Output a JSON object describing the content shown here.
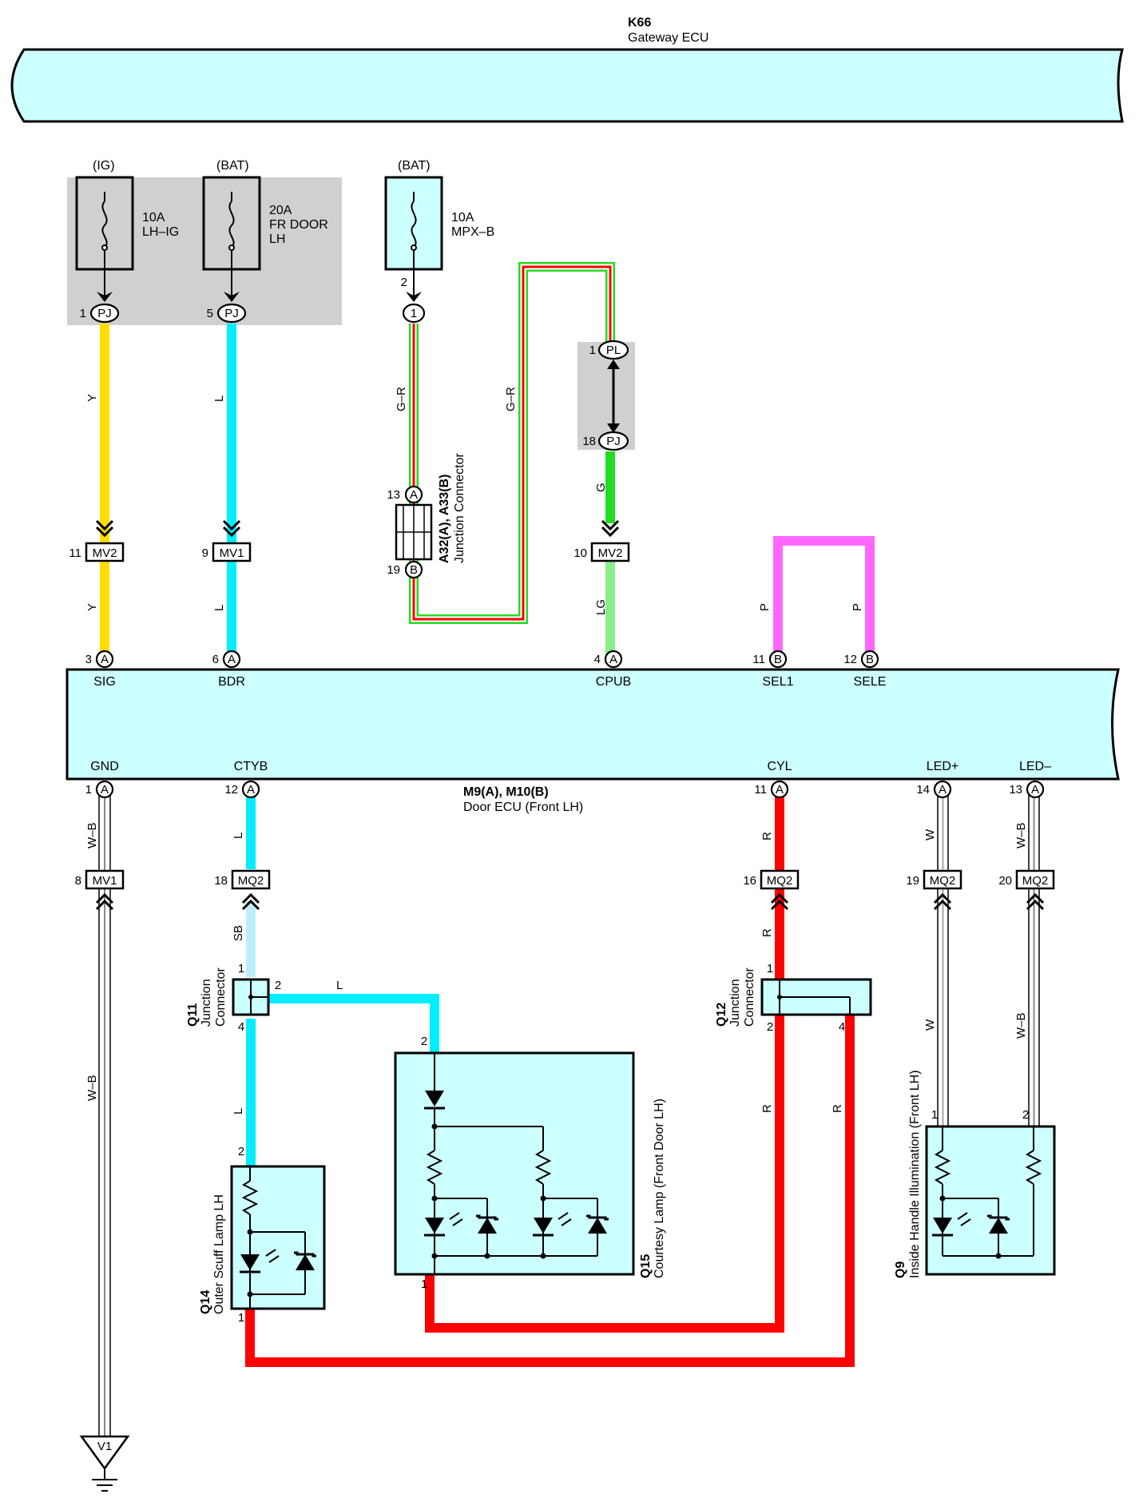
{
  "gateway": {
    "id": "K66",
    "name": "Gateway ECU"
  },
  "door_ecu": {
    "id": "M9(A), M10(B)",
    "name": "Door ECU (Front LH)"
  },
  "power_labels": {
    "ig": "(IG)",
    "bat1": "(BAT)",
    "bat2": "(BAT)"
  },
  "fuses": {
    "lhig": {
      "amp": "10A",
      "name": "LH–IG"
    },
    "frdoor": {
      "amp": "20A",
      "name1": "FR DOOR",
      "name2": "LH"
    },
    "mpxb": {
      "amp": "10A",
      "name": "MPX–B"
    }
  },
  "pins_top": {
    "sig": {
      "num": "3",
      "conn": "A",
      "name": "SIG"
    },
    "bdr": {
      "num": "6",
      "conn": "A",
      "name": "BDR"
    },
    "cpub": {
      "num": "4",
      "conn": "A",
      "name": "CPUB"
    },
    "sel1": {
      "num": "11",
      "conn": "B",
      "name": "SEL1"
    },
    "sele": {
      "num": "12",
      "conn": "B",
      "name": "SELE"
    }
  },
  "pins_bottom": {
    "gnd": {
      "num": "1",
      "conn": "A",
      "name": "GND"
    },
    "ctyb": {
      "num": "12",
      "conn": "A",
      "name": "CTYB"
    },
    "cyl": {
      "num": "11",
      "conn": "A",
      "name": "CYL"
    },
    "ledp": {
      "num": "14",
      "conn": "A",
      "name": "LED+"
    },
    "ledm": {
      "num": "13",
      "conn": "A",
      "name": "LED–"
    }
  },
  "connectors": {
    "pj1": {
      "num": "1",
      "label": "PJ"
    },
    "pj5": {
      "num": "5",
      "label": "PJ"
    },
    "mpx_pin": {
      "num": "2",
      "label": "1"
    },
    "pl1": {
      "num": "1",
      "label": "PL"
    },
    "pj18": {
      "num": "18",
      "label": "PJ"
    },
    "mv2_11": {
      "num": "11",
      "label": "MV2"
    },
    "mv1_9": {
      "num": "9",
      "label": "MV1"
    },
    "mv2_10": {
      "num": "10",
      "label": "MV2"
    },
    "mv1_8": {
      "num": "8",
      "label": "MV1"
    },
    "mq2_18": {
      "num": "18",
      "label": "MQ2"
    },
    "mq2_16": {
      "num": "16",
      "label": "MQ2"
    },
    "mq2_19": {
      "num": "19",
      "label": "MQ2"
    },
    "mq2_20": {
      "num": "20",
      "label": "MQ2"
    }
  },
  "junction_a32": {
    "name": "A32(A), A33(B)",
    "desc": "Junction Connector",
    "pin_a": "13",
    "conn_a": "A",
    "pin_b": "19",
    "conn_b": "B"
  },
  "q11": {
    "id": "Q11",
    "desc1": "Junction",
    "desc2": "Connector",
    "p1": "1",
    "p2": "2",
    "p4": "4"
  },
  "q12": {
    "id": "Q12",
    "desc1": "Junction",
    "desc2": "Connector",
    "p1": "1",
    "p2": "2",
    "p4": "4"
  },
  "q14": {
    "id": "Q14",
    "name": "Outer Scuff Lamp LH",
    "p2": "2",
    "p1": "1"
  },
  "q15": {
    "id": "Q15",
    "name": "Courtesy Lamp (Front Door LH)",
    "p2": "2",
    "p1": "1"
  },
  "q9": {
    "id": "Q9",
    "name": "Inside Handle Illumination (Front LH)",
    "p1": "1",
    "p2": "2"
  },
  "ground": {
    "label": "V1"
  },
  "wire_colors": {
    "y1": "Y",
    "y2": "Y",
    "l1": "L",
    "l2": "L",
    "gr1": "G–R",
    "gr2": "G–R",
    "g": "G",
    "lg": "LG",
    "p1": "P",
    "p2": "P",
    "wb1": "W–B",
    "wb2": "W–B",
    "l3": "L",
    "sb": "SB",
    "l4": "L",
    "l5": "L",
    "r1": "R",
    "r2": "R",
    "r3": "R",
    "r4": "R",
    "w1": "W",
    "w2": "W",
    "wb3": "W–B",
    "wb4": "W–B"
  },
  "colors": {
    "ecu_fill": "#ccffff",
    "yellow": "#ffdd00",
    "light_blue": "#00eeff",
    "green": "#22dd22",
    "light_green": "#88ee88",
    "pink": "#ff66ff",
    "red": "#ff0000",
    "sky_blue": "#bbeeff",
    "grey_box": "#d0d0d0"
  }
}
